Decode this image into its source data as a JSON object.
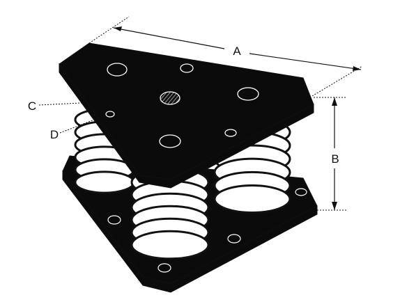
{
  "diagram": {
    "labels": {
      "a": "A",
      "b": "B",
      "c": "C",
      "d": "D"
    },
    "colors": {
      "plate": "#0b0b0b",
      "spring": "#ffffff",
      "outline": "#111111",
      "background": "#ffffff"
    }
  }
}
